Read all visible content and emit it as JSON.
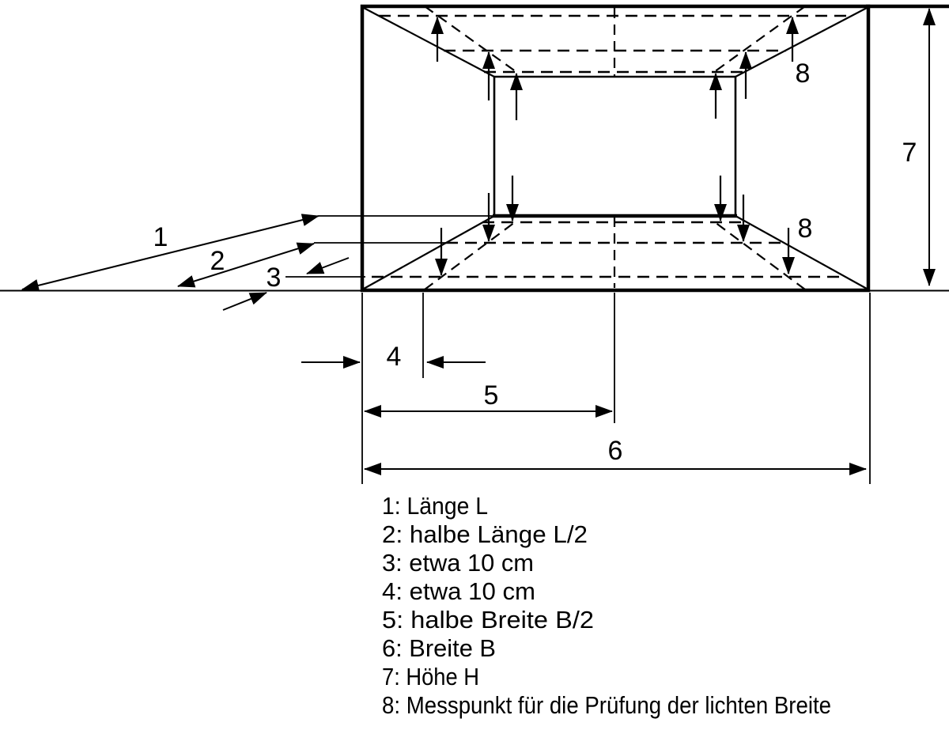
{
  "figure": {
    "background": "#ffffff",
    "line_color": "#000000",
    "callouts": {
      "length": "1",
      "half_length": "2",
      "portal_depth_offset": "3",
      "side_offset": "4",
      "half_width": "5",
      "width": "6",
      "height": "7",
      "measure_point_top": "8",
      "measure_point_bottom": "8"
    }
  },
  "legend": {
    "items": [
      "1: Länge L",
      "2: halbe Länge L/2",
      "3: etwa 10 cm",
      "4: etwa 10 cm",
      "5: halbe Breite B/2",
      "6: Breite B",
      "7: Höhe H",
      "8: Messpunkt für die Prüfung der lichten Breite"
    ]
  }
}
